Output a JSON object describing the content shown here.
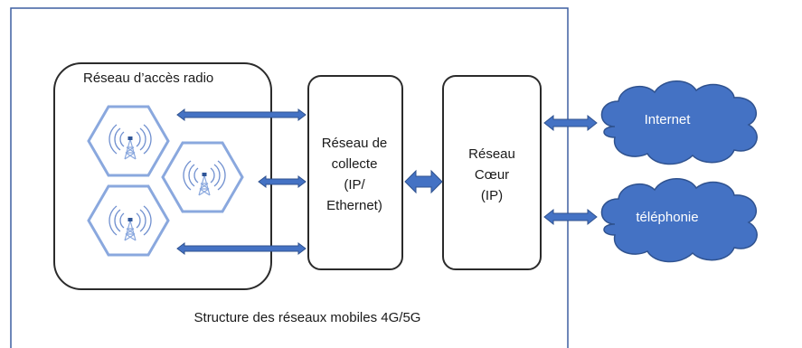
{
  "ran": {
    "label": "Réseau d’accès radio"
  },
  "collecte": {
    "label_lines": [
      "Réseau de",
      "collecte",
      "(IP/",
      "Ethernet)"
    ]
  },
  "coeur": {
    "label_lines": [
      "Réseau",
      "Cœur",
      "(IP)"
    ]
  },
  "clouds": {
    "internet": "Internet",
    "telephonie": "téléphonie"
  },
  "caption": "Structure des réseaux mobiles 4G/5G",
  "colors": {
    "line": "#3d5fa0",
    "fill": "#4472c4",
    "cloud_edge": "#2f528f",
    "cell_edge": "#8aa8de",
    "antenna": "#5b7fc0"
  }
}
